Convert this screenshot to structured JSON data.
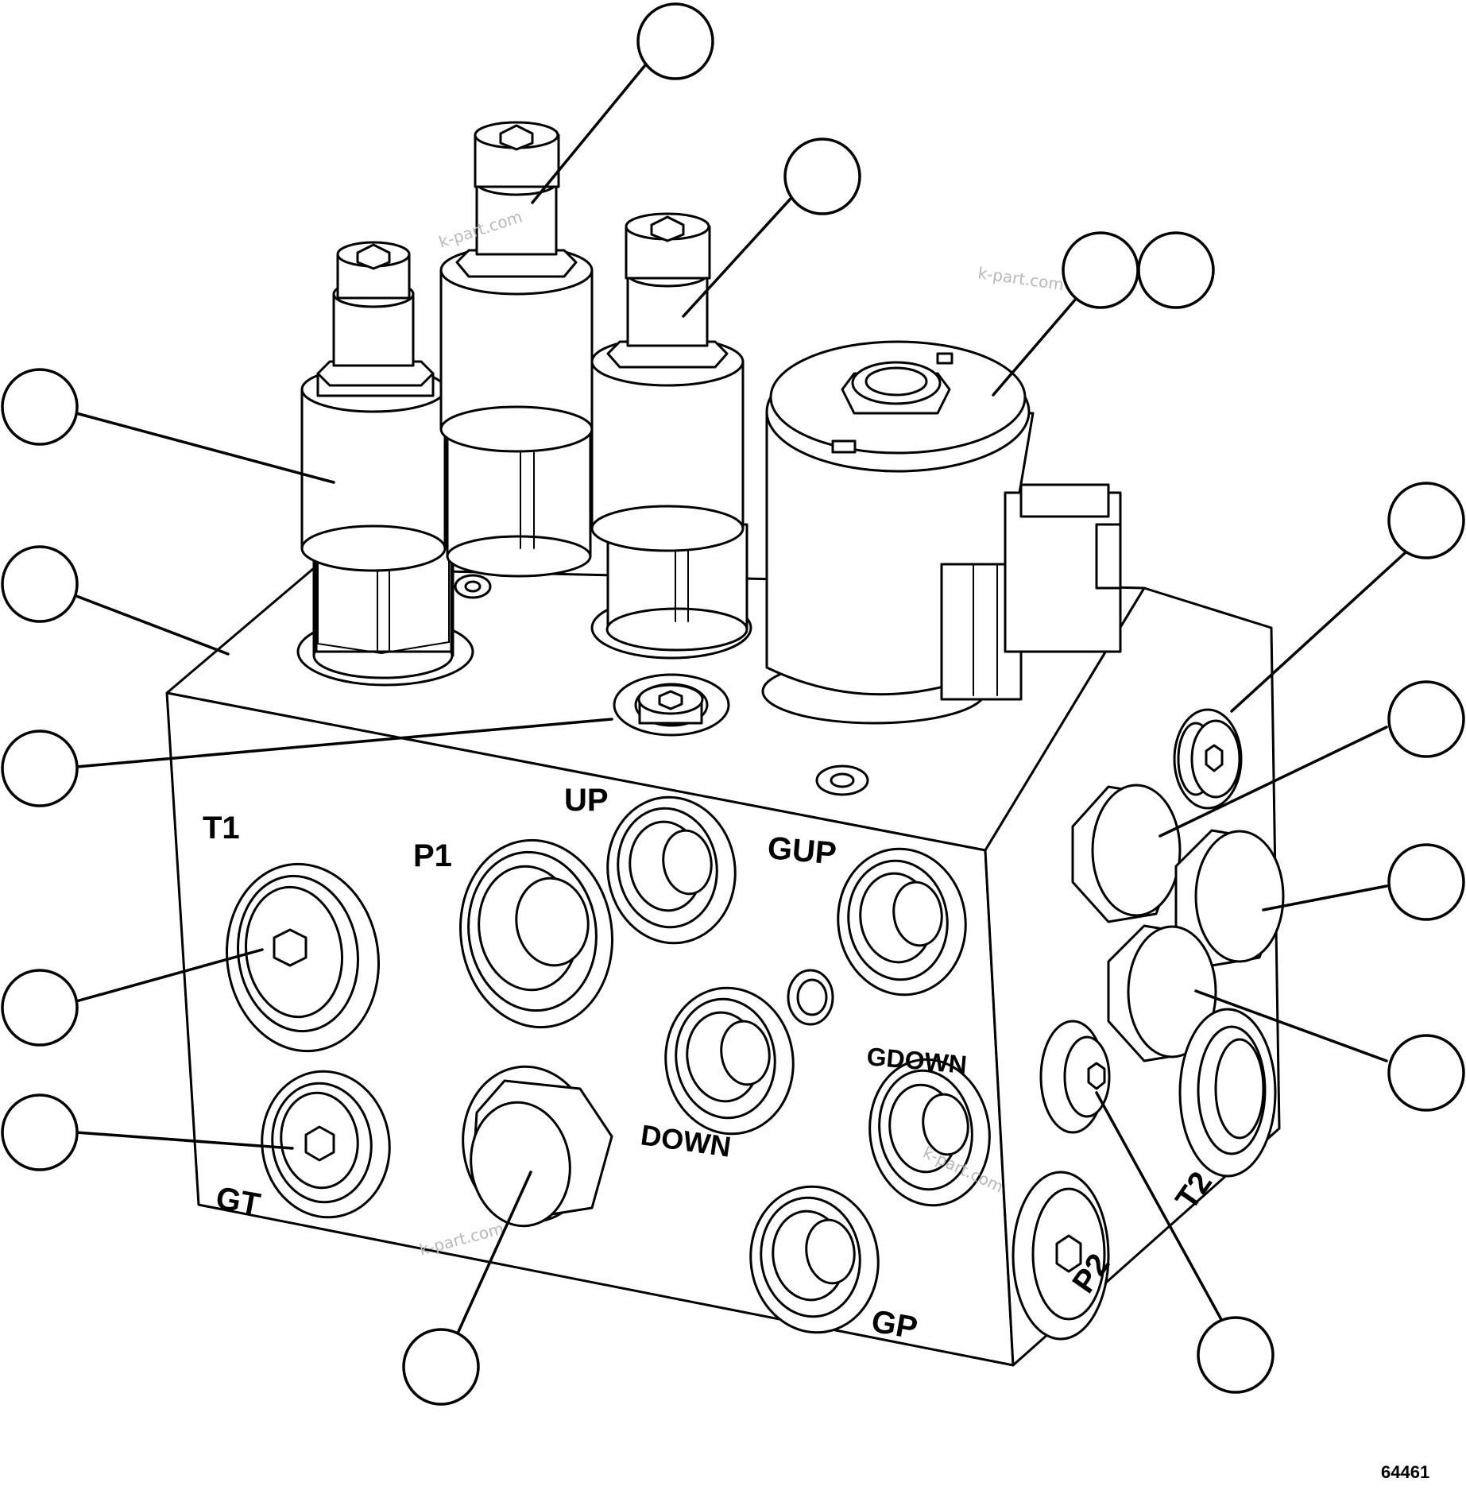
{
  "diagram": {
    "port_labels": {
      "t1": "T1",
      "p1": "P1",
      "up": "UP",
      "gup": "GUP",
      "gdown": "GDOWN",
      "down": "DOWN",
      "gt": "GT",
      "gp": "GP",
      "p2": "P2",
      "t2": "T2"
    },
    "watermark": "k-part.com",
    "reference_number": "64461"
  }
}
